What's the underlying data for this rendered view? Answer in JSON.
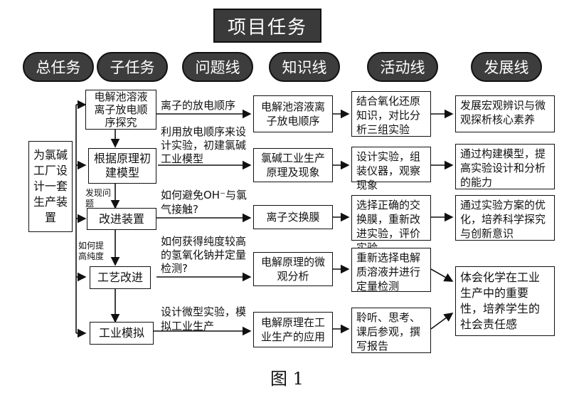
{
  "title": "项目任务",
  "columns": {
    "total": "总任务",
    "sub": "子任务",
    "question": "问题线",
    "knowledge": "知识线",
    "activity": "活动线",
    "development": "发展线"
  },
  "total_task": "为氯碱工厂设计一套生产装置",
  "subtasks": [
    "电解池溶液离子放电顺序探究",
    "根据原理初建模型",
    "改进装置",
    "工艺改进",
    "工业模拟"
  ],
  "side_notes": [
    "发现问题",
    "如何提高纯度"
  ],
  "questions": [
    "离子的放电顺序",
    "利用放电顺序来设计实验，初建氯碱工业模型",
    "如何避免OH⁻与氯气接触?",
    "如何获得纯度较高的氢氧化钠并定量检测?",
    "设计微型实验，模拟工业生产"
  ],
  "knowledge": [
    "电解池溶液离子放电顺序",
    "氯碱工业生产原理及现象",
    "离子交换膜",
    "电解原理的微观分析",
    "电解原理在工业生产的应用"
  ],
  "activities": [
    "结合氧化还原知识，对比分析三组实验",
    "设计实验，组装仪器，观察现象",
    "选择正确的交换膜，重新改进实验，评价实验",
    "重新选择电解质溶液并进行定量检测",
    "聆听、思考、课后参观，撰写报告"
  ],
  "development": [
    "发展宏观辨识与微观探析核心素养",
    "通过构建模型，提高实验设计和分析的能力",
    "通过实验方案的优化，培养科学探究与创新意识",
    "体会化学在工业生产中的重要性，培养学生的社会责任感"
  ],
  "caption": "图 1"
}
